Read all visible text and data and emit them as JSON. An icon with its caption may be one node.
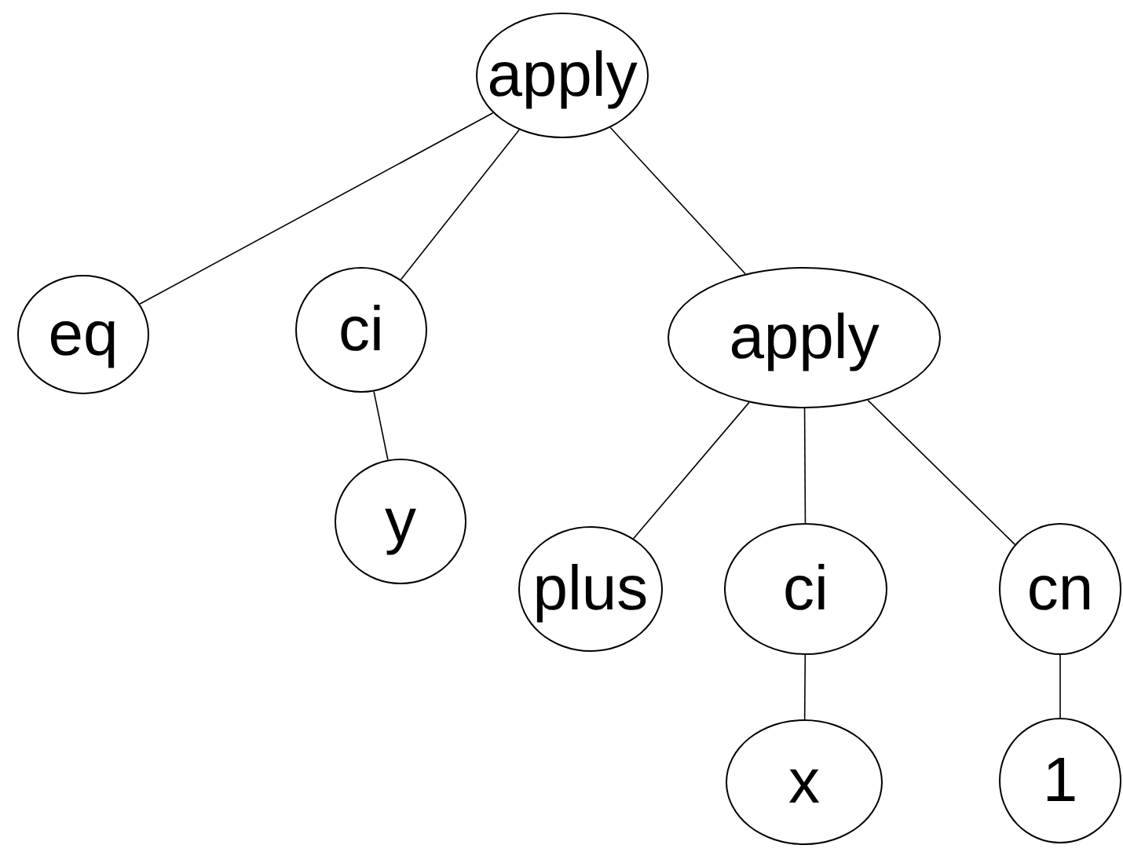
{
  "diagram": {
    "nodes": [
      {
        "text": [
          "apply"
        ]
      },
      {
        "text": [
          "eq"
        ]
      },
      {
        "text": [
          "ci"
        ]
      },
      {
        "text": [
          "apply"
        ]
      },
      {
        "text": [
          "y"
        ]
      },
      {
        "text": [
          "plus"
        ]
      },
      {
        "text": [
          "ci"
        ]
      },
      {
        "text": [
          "cn"
        ]
      },
      {
        "text": [
          "x"
        ]
      },
      {
        "text": [
          "1"
        ]
      }
    ],
    "edges": [
      {
        "from": 0,
        "to": 1,
        "arrow": "none"
      },
      {
        "from": 0,
        "to": 2,
        "arrow": "none"
      },
      {
        "from": 0,
        "to": 3,
        "arrow": "none"
      },
      {
        "from": 2,
        "to": 4,
        "arrow": "none"
      },
      {
        "from": 3,
        "to": 5,
        "arrow": "none"
      },
      {
        "from": 3,
        "to": 6,
        "arrow": "none"
      },
      {
        "from": 3,
        "to": 7,
        "arrow": "none"
      },
      {
        "from": 6,
        "to": 8,
        "arrow": "none"
      },
      {
        "from": 7,
        "to": 9,
        "arrow": "none"
      }
    ]
  }
}
